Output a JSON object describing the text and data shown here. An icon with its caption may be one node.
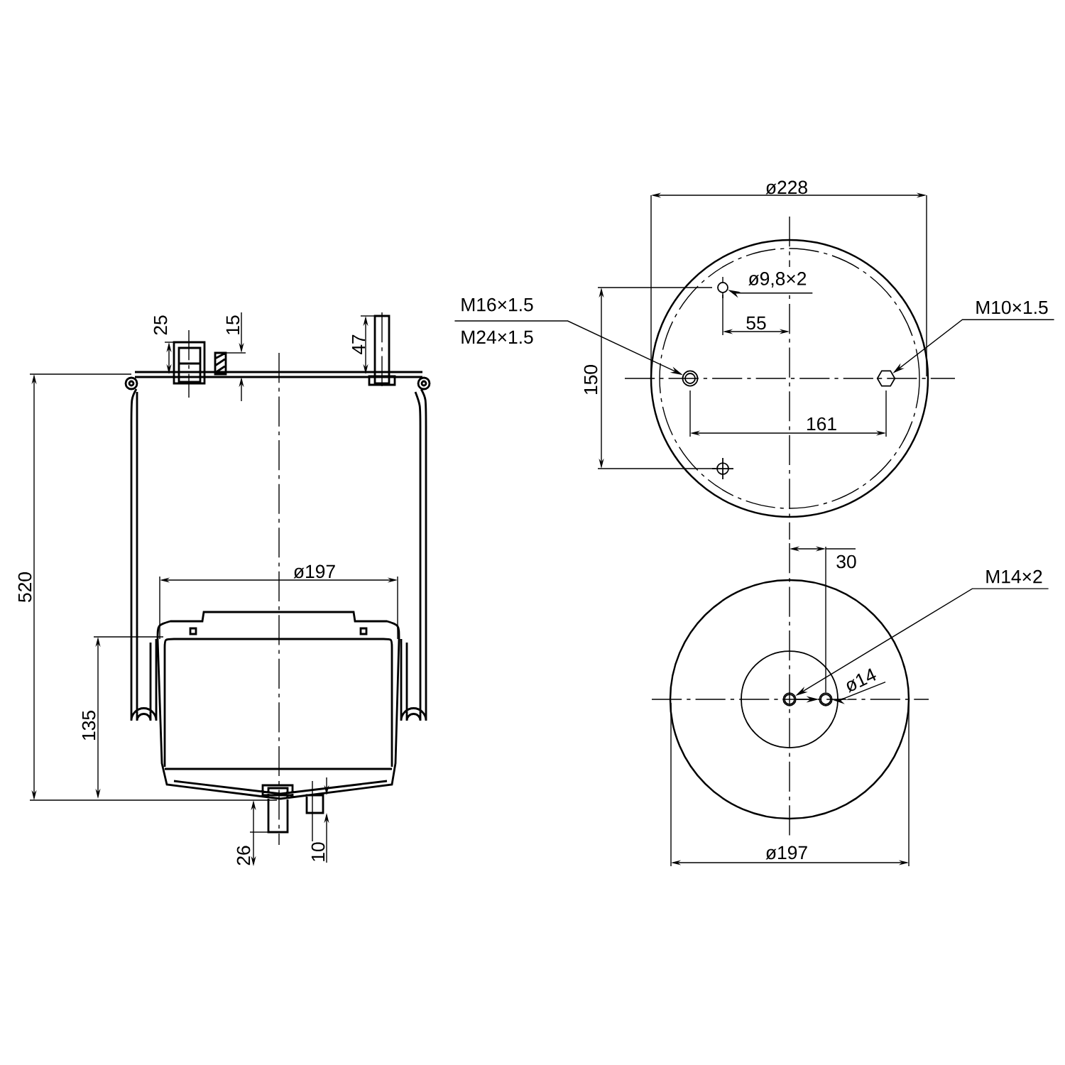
{
  "diagram": {
    "nodes": [
      {
        "text": [
          "M16×1.5",
          "M24×1.5"
        ]
      },
      {
        "text": [],
        "shape": "circle"
      },
      {
        "text": [
          "M10×1.5"
        ]
      },
      {
        "text": [],
        "shape": "hexagon"
      },
      {
        "text": [
          "M14×2"
        ]
      },
      {
        "text": [],
        "shape": "circle"
      },
      {
        "text": [
          "ø9,8×2"
        ]
      },
      {
        "text": [],
        "shape": "circle"
      },
      {
        "text": [
          "ø14"
        ]
      },
      {
        "text": [],
        "shape": "circle"
      }
    ],
    "edges": [
      {
        "from": 0,
        "to": 1,
        "arrow": "to"
      },
      {
        "from": 2,
        "to": 3,
        "arrow": "to"
      },
      {
        "from": 4,
        "to": 5,
        "arrow": "to"
      },
      {
        "from": 6,
        "to": 7,
        "arrow": "to"
      },
      {
        "from": 8,
        "to": 9,
        "arrow": "to"
      },
      {
        "from": 5,
        "to": 9,
        "arrow": "to"
      }
    ],
    "labels": [
      "25",
      "15",
      "47",
      "520",
      "ø197",
      "135",
      "26",
      "10",
      "ø228",
      "55",
      "150",
      "161",
      "30",
      "ø197"
    ]
  }
}
